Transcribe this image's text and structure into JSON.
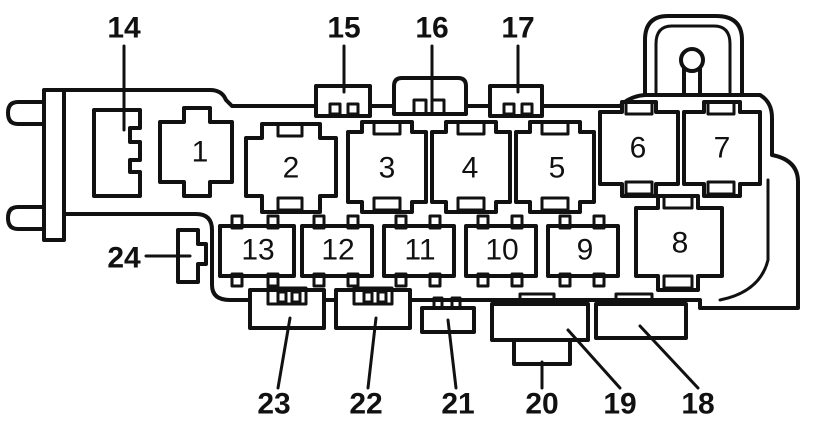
{
  "relays": [
    {
      "id": "relay-1",
      "label": "1"
    },
    {
      "id": "relay-2",
      "label": "2"
    },
    {
      "id": "relay-3",
      "label": "3"
    },
    {
      "id": "relay-4",
      "label": "4"
    },
    {
      "id": "relay-5",
      "label": "5"
    },
    {
      "id": "relay-6",
      "label": "6"
    },
    {
      "id": "relay-7",
      "label": "7"
    },
    {
      "id": "relay-8",
      "label": "8"
    },
    {
      "id": "relay-9",
      "label": "9"
    },
    {
      "id": "relay-10",
      "label": "10"
    },
    {
      "id": "relay-11",
      "label": "11"
    },
    {
      "id": "relay-12",
      "label": "12"
    },
    {
      "id": "relay-13",
      "label": "13"
    }
  ],
  "callouts": [
    {
      "id": "callout-14",
      "label": "14"
    },
    {
      "id": "callout-15",
      "label": "15"
    },
    {
      "id": "callout-16",
      "label": "16"
    },
    {
      "id": "callout-17",
      "label": "17"
    },
    {
      "id": "callout-18",
      "label": "18"
    },
    {
      "id": "callout-19",
      "label": "19"
    },
    {
      "id": "callout-20",
      "label": "20"
    },
    {
      "id": "callout-21",
      "label": "21"
    },
    {
      "id": "callout-22",
      "label": "22"
    },
    {
      "id": "callout-23",
      "label": "23"
    },
    {
      "id": "callout-24",
      "label": "24"
    }
  ]
}
